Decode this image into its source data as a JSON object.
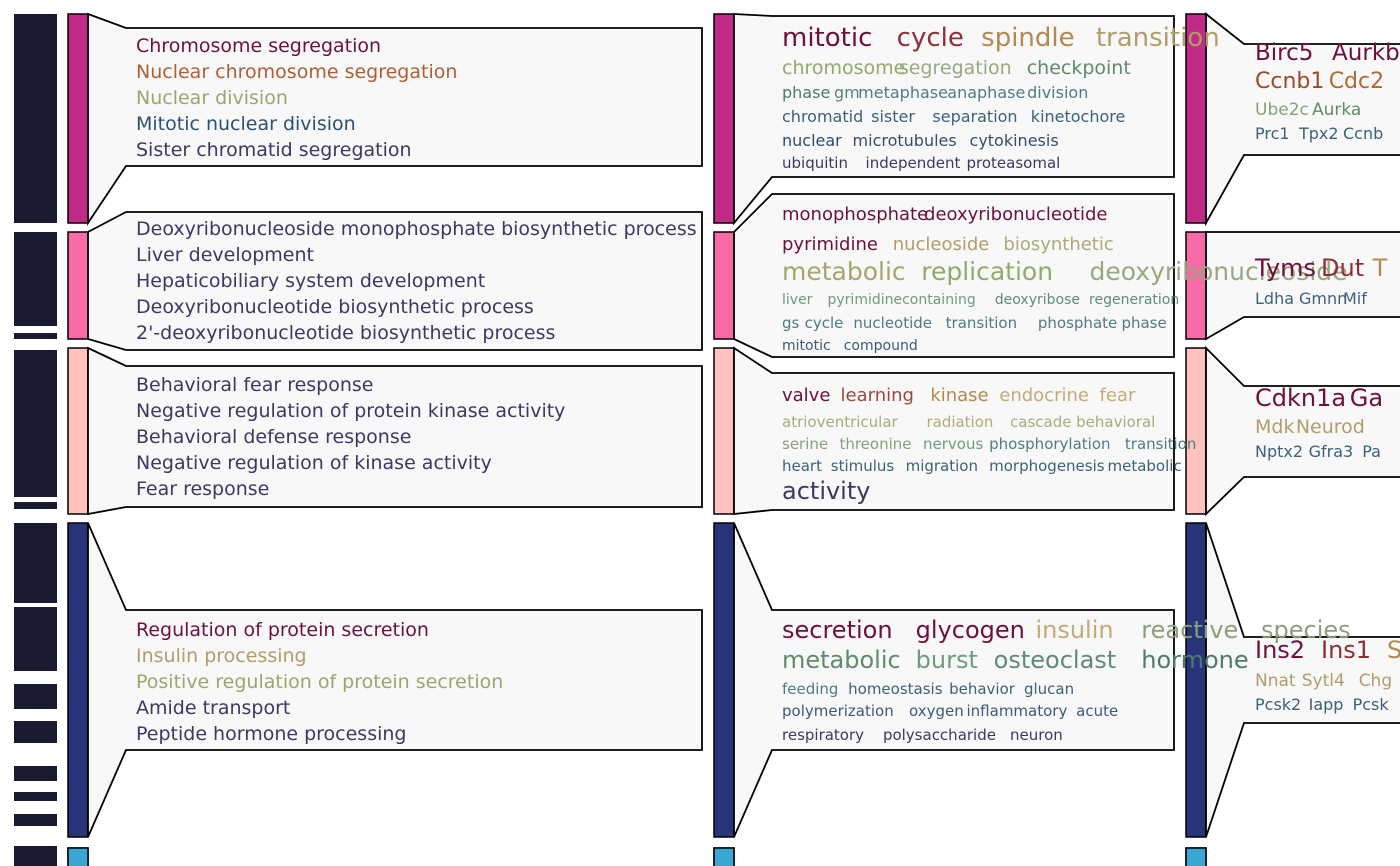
{
  "palette": {
    "heatmap": "#1a1a30",
    "cluster_colors": [
      "#c12a86",
      "#f86ba6",
      "#ffc2bc",
      "#28347a",
      "#3ba6d4"
    ],
    "callout_fill": "#f8f8f8",
    "callout_stroke": "#000000"
  },
  "clusters": [
    {
      "id": "cluster-1",
      "color": "#c12a86",
      "go_terms": [
        {
          "text": "Chromosome segregation",
          "color": "#6e0f3c"
        },
        {
          "text": "Nuclear chromosome segregation",
          "color": "#ae6035"
        },
        {
          "text": "Nuclear division",
          "color": "#9aa76c"
        },
        {
          "text": "Mitotic nuclear division",
          "color": "#2c5075"
        },
        {
          "text": "Sister chromatid segregation",
          "color": "#3d3765"
        }
      ],
      "keywords": [
        [
          {
            "text": "mitotic",
            "color": "#6e0f3c"
          },
          {
            "text": "cycle",
            "color": "#8e2e36"
          },
          {
            "text": "spindle",
            "color": "#b4884f"
          },
          {
            "text": "transition",
            "color": "#b29c6a"
          }
        ],
        [
          {
            "text": "chromosome",
            "color": "#95a86b"
          },
          {
            "text": "segregation",
            "color": "#9aa781"
          },
          {
            "text": "checkpoint",
            "color": "#5f8b6a"
          }
        ],
        [
          {
            "text": "phase",
            "color": "#4c7a6b"
          },
          {
            "text": "gm",
            "color": "#54857a"
          },
          {
            "text": "metaphase",
            "color": "#4e7c80"
          },
          {
            "text": "anaphase",
            "color": "#4e7c80"
          },
          {
            "text": "division",
            "color": "#4e7c80"
          }
        ],
        [
          {
            "text": "chromatid",
            "color": "#3c607d"
          },
          {
            "text": "sister",
            "color": "#3c607d"
          },
          {
            "text": "separation",
            "color": "#3c607d"
          },
          {
            "text": "kinetochore",
            "color": "#3c607d"
          }
        ],
        [
          {
            "text": "nuclear",
            "color": "#2f4a72"
          },
          {
            "text": "microtubules",
            "color": "#3a4a70"
          },
          {
            "text": "cytokinesis",
            "color": "#3a4a70"
          }
        ],
        [
          {
            "text": "ubiquitin",
            "color": "#3d3765"
          },
          {
            "text": "independent",
            "color": "#3d3765"
          },
          {
            "text": "proteasomal",
            "color": "#3d3765"
          }
        ]
      ],
      "genes": [
        [
          {
            "text": "Birc5",
            "color": "#6e0f3c"
          },
          {
            "text": "Aurkb",
            "color": "#6e0f3c"
          }
        ],
        [
          {
            "text": "Ccnb1",
            "color": "#9c4a2c"
          },
          {
            "text": "Cdc2",
            "color": "#b06a35"
          }
        ],
        [
          {
            "text": "Ube2c",
            "color": "#8aa07c"
          },
          {
            "text": "Aurka",
            "color": "#5f8b6a"
          }
        ],
        [
          {
            "text": "Prc1",
            "color": "#3c607d"
          },
          {
            "text": "Tpx2",
            "color": "#3c607d"
          },
          {
            "text": "Ccnb",
            "color": "#3c607d"
          }
        ]
      ]
    },
    {
      "id": "cluster-2",
      "color": "#f86ba6",
      "go_terms": [
        {
          "text": "Deoxyribonucleoside monophosphate biosynthetic process",
          "color": "#3d3765"
        },
        {
          "text": "Liver development",
          "color": "#3d3765"
        },
        {
          "text": "Hepaticobiliary system development",
          "color": "#3d3765"
        },
        {
          "text": "Deoxyribonucleotide biosynthetic process",
          "color": "#3d3765"
        },
        {
          "text": "2'-deoxyribonucleotide biosynthetic process",
          "color": "#3d3765"
        }
      ],
      "keywords": [
        [
          {
            "text": "monophosphate",
            "color": "#6e0f3c"
          },
          {
            "text": "deoxyribonucleotide",
            "color": "#6e0f3c"
          }
        ],
        [
          {
            "text": "pyrimidine",
            "color": "#6e0f3c"
          },
          {
            "text": "nucleoside",
            "color": "#b29c6a"
          },
          {
            "text": "biosynthetic",
            "color": "#a9ab7a"
          }
        ],
        [
          {
            "text": "metabolic",
            "color": "#a3a76c"
          },
          {
            "text": "replication",
            "color": "#95a86b"
          },
          {
            "text": "deoxyribonucleoside",
            "color": "#9aa781"
          }
        ],
        [
          {
            "text": "liver",
            "color": "#6f9a80"
          },
          {
            "text": "pyrimidinecontaining",
            "color": "#6f9a80"
          },
          {
            "text": "deoxyribose",
            "color": "#5f8b7a"
          },
          {
            "text": "regeneration",
            "color": "#5f8b7a"
          }
        ],
        [
          {
            "text": "gs",
            "color": "#4e7c80"
          },
          {
            "text": "cycle",
            "color": "#4e7c80"
          },
          {
            "text": "nucleotide",
            "color": "#4e7c80"
          },
          {
            "text": "transition",
            "color": "#4e7c80"
          },
          {
            "text": "phosphate",
            "color": "#4e7c80"
          },
          {
            "text": "phase",
            "color": "#4e7c80"
          }
        ],
        [
          {
            "text": "mitotic",
            "color": "#3c5a7a"
          },
          {
            "text": "compound",
            "color": "#3c5a7a"
          }
        ]
      ],
      "genes": [
        [
          {
            "text": "Tyms",
            "color": "#6e0f3c"
          },
          {
            "text": "Dut",
            "color": "#8e2e36"
          },
          {
            "text": "T",
            "color": "#b4884f"
          }
        ],
        [
          {
            "text": "Ldha",
            "color": "#3c607d"
          },
          {
            "text": "Gmnn",
            "color": "#3c607d"
          },
          {
            "text": "Mif",
            "color": "#3c607d"
          }
        ]
      ]
    },
    {
      "id": "cluster-3",
      "color": "#ffc2bc",
      "go_terms": [
        {
          "text": "Behavioral fear response",
          "color": "#3d3765"
        },
        {
          "text": "Negative regulation of protein kinase activity",
          "color": "#3d3765"
        },
        {
          "text": "Behavioral defense response",
          "color": "#3d3765"
        },
        {
          "text": "Negative regulation of kinase activity",
          "color": "#3d3765"
        },
        {
          "text": "Fear response",
          "color": "#3d3765"
        }
      ],
      "keywords": [
        [
          {
            "text": "valve",
            "color": "#6e0f3c"
          },
          {
            "text": "learning",
            "color": "#9c4a40"
          },
          {
            "text": "kinase",
            "color": "#b4884f"
          },
          {
            "text": "endocrine",
            "color": "#c4a97a"
          },
          {
            "text": "fear",
            "color": "#c4a97a"
          }
        ],
        [
          {
            "text": "atrioventricular",
            "color": "#a9ab7a"
          },
          {
            "text": "radiation",
            "color": "#b0ab7a"
          },
          {
            "text": "cascade",
            "color": "#a9ab7a"
          },
          {
            "text": "behavioral",
            "color": "#a9ab7a"
          }
        ],
        [
          {
            "text": "serine",
            "color": "#8aa07c"
          },
          {
            "text": "threonine",
            "color": "#8aa07c"
          },
          {
            "text": "nervous",
            "color": "#6f9a80"
          },
          {
            "text": "phosphorylation",
            "color": "#4e7c80"
          },
          {
            "text": "transition",
            "color": "#4e7c80"
          }
        ],
        [
          {
            "text": "heart",
            "color": "#3c607d"
          },
          {
            "text": "stimulus",
            "color": "#3c607d"
          },
          {
            "text": "migration",
            "color": "#3c607d"
          },
          {
            "text": "morphogenesis",
            "color": "#3c607d"
          },
          {
            "text": "metabolic",
            "color": "#3c607d"
          }
        ],
        [
          {
            "text": "activity",
            "color": "#3d3765"
          }
        ]
      ],
      "genes": [
        [
          {
            "text": "Cdkn1a",
            "color": "#6e0f3c"
          },
          {
            "text": "Ga",
            "color": "#6e0f3c"
          }
        ],
        [
          {
            "text": "Mdk",
            "color": "#b29c6a"
          },
          {
            "text": "Neurod",
            "color": "#b29c6a"
          }
        ],
        [
          {
            "text": "Nptx2",
            "color": "#3c607d"
          },
          {
            "text": "Gfra3",
            "color": "#3c607d"
          },
          {
            "text": "Pa",
            "color": "#3c607d"
          }
        ]
      ]
    },
    {
      "id": "cluster-4",
      "color": "#28347a",
      "go_terms": [
        {
          "text": "Regulation of protein secretion",
          "color": "#6e0f3c"
        },
        {
          "text": "Insulin processing",
          "color": "#b29c6a"
        },
        {
          "text": "Positive regulation of protein secretion",
          "color": "#9aa76c"
        },
        {
          "text": "Amide transport",
          "color": "#3d3765"
        },
        {
          "text": "Peptide hormone processing",
          "color": "#3d3765"
        }
      ],
      "keywords": [
        [
          {
            "text": "secretion",
            "color": "#6e0f3c"
          },
          {
            "text": "glycogen",
            "color": "#6e0f3c"
          },
          {
            "text": "insulin",
            "color": "#c4a97a"
          },
          {
            "text": "reactive",
            "color": "#8aa07c"
          },
          {
            "text": "species",
            "color": "#8aa07c"
          }
        ],
        [
          {
            "text": "metabolic",
            "color": "#5f8b6a"
          },
          {
            "text": "burst",
            "color": "#6f9a80"
          },
          {
            "text": "osteoclast",
            "color": "#5f8b7a"
          },
          {
            "text": "hormone",
            "color": "#4e7c6b"
          }
        ],
        [
          {
            "text": "feeding",
            "color": "#4e7c80"
          },
          {
            "text": "homeostasis",
            "color": "#3c607d"
          },
          {
            "text": "behavior",
            "color": "#3c607d"
          },
          {
            "text": "glucan",
            "color": "#3c607d"
          }
        ],
        [
          {
            "text": "polymerization",
            "color": "#3c5a7a"
          },
          {
            "text": "oxygen",
            "color": "#3c5a7a"
          },
          {
            "text": "inflammatory",
            "color": "#3c5a7a"
          },
          {
            "text": "acute",
            "color": "#3c5a7a"
          }
        ],
        [
          {
            "text": "respiratory",
            "color": "#3d3765"
          },
          {
            "text": "polysaccharide",
            "color": "#3d3765"
          },
          {
            "text": "neuron",
            "color": "#3d3765"
          }
        ]
      ],
      "genes": [
        [
          {
            "text": "Ins2",
            "color": "#6e0f3c"
          },
          {
            "text": "Ins1",
            "color": "#8e2e36"
          },
          {
            "text": "S",
            "color": "#b4884f"
          }
        ],
        [
          {
            "text": "Nnat",
            "color": "#b29c6a"
          },
          {
            "text": "Sytl4",
            "color": "#b29c6a"
          },
          {
            "text": "Chg",
            "color": "#b29c6a"
          }
        ],
        [
          {
            "text": "Pcsk2",
            "color": "#3c607d"
          },
          {
            "text": "Iapp",
            "color": "#3c607d"
          },
          {
            "text": "Pcsk",
            "color": "#3c607d"
          }
        ]
      ]
    },
    {
      "id": "cluster-5",
      "color": "#3ba6d4",
      "go_terms": [],
      "keywords": [],
      "genes": []
    }
  ]
}
